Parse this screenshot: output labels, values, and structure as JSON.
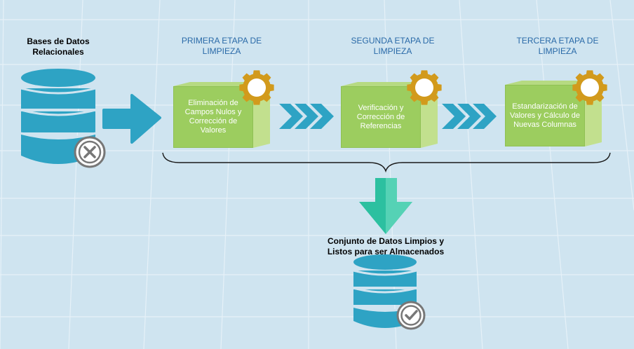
{
  "source": {
    "label": "Bases de Datos Relacionales",
    "status_icon": "x-circle-icon"
  },
  "stages": [
    {
      "title": "PRIMERA ETAPA DE LIMPIEZA",
      "text": "Eliminación de Campos Nulos y Corrección de Valores",
      "icon": "gear-icon"
    },
    {
      "title": "SEGUNDA ETAPA DE LIMPIEZA",
      "text": "Verificación y Corrección de Referencias",
      "icon": "gear-icon"
    },
    {
      "title": "TERCERA ETAPA DE LIMPIEZA",
      "text": "Estandarización de Valores y Cálculo de Nuevas Columnas",
      "icon": "gear-icon"
    }
  ],
  "result": {
    "label": "Conjunto de Datos Limpios y Listos para ser Almacenados",
    "status_icon": "check-circle-icon"
  },
  "colors": {
    "database": "#2ea3c4",
    "arrow": "#2ea3c4",
    "box_front": "#9ccd5f",
    "box_side": "#c2e08e",
    "gear": "#d29a1c",
    "down_arrow": "#2cc0a0",
    "stage_title": "#2a6aa8"
  }
}
